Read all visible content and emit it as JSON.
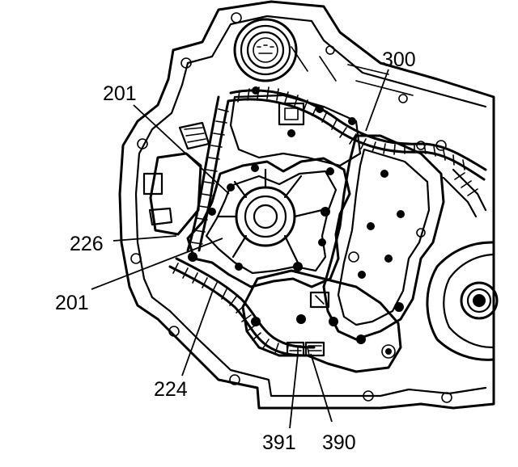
{
  "callouts": {
    "c201_top": "201",
    "c201_left": "201",
    "c226": "226",
    "c224": "224",
    "c300": "300",
    "c391": "391",
    "c390": "390"
  }
}
